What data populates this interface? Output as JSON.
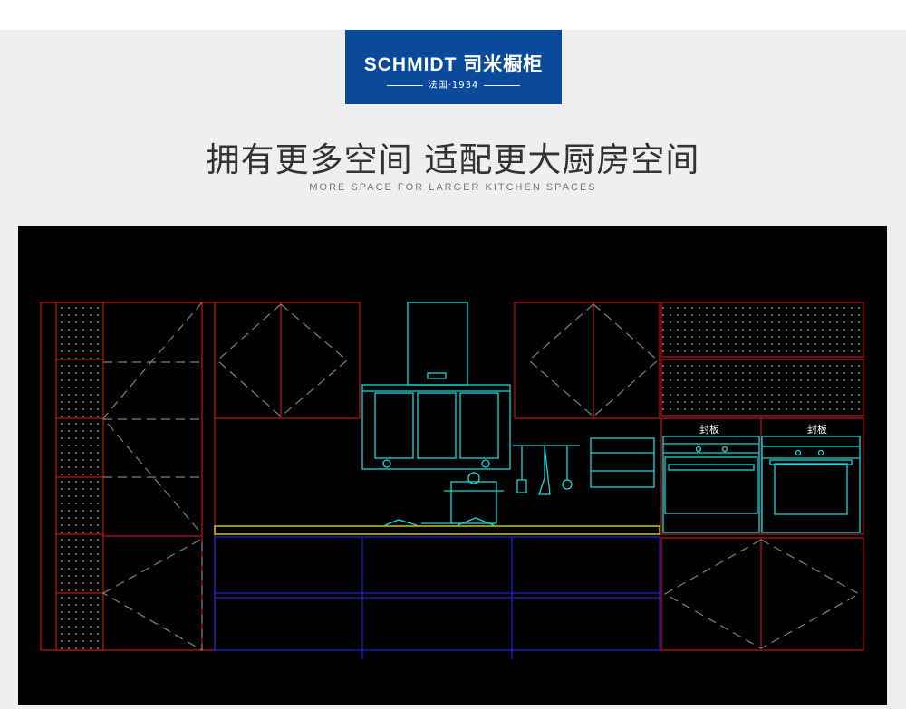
{
  "logo": {
    "brand": "SCHMIDT 司米橱柜",
    "tagline": "法国·1934"
  },
  "header": {
    "title": "拥有更多空间 适配更大厨房空间",
    "subtitle": "MORE SPACE FOR LARGER KITCHEN SPACES"
  },
  "drawing": {
    "labels": [
      "封板",
      "封板"
    ],
    "colors": {
      "cabinet": "#c0141b",
      "appliance": "#18d8d8",
      "counter": "#c8c81e",
      "base": "#2020d0",
      "dash": "#808080"
    }
  }
}
